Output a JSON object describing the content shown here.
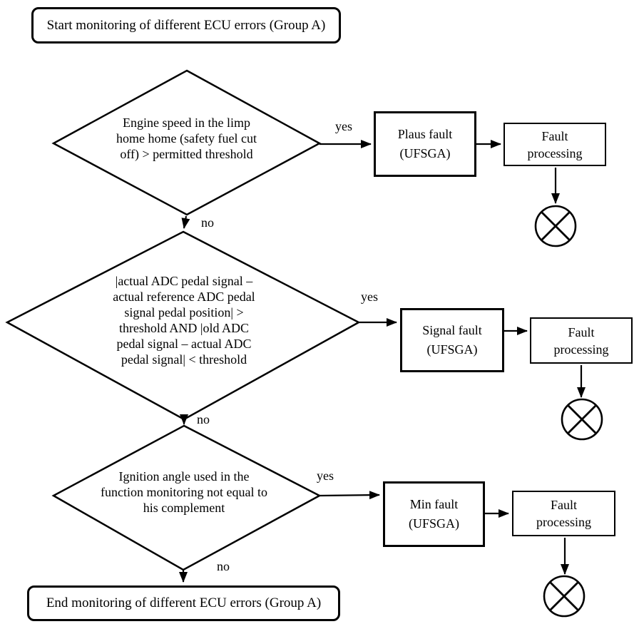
{
  "flowchart": {
    "start_label": "Start monitoring of different ECU errors (Group A)",
    "end_label": "End monitoring of different ECU errors (Group A)",
    "decision1": {
      "text": "Engine speed in the limp home home (safety fuel cut off) > permitted threshold",
      "yes_label": "yes",
      "no_label": "no",
      "fault_label": "Plaus fault\n(UFSGA)",
      "process_label": "Fault\nprocessing"
    },
    "decision2": {
      "text": "|actual ADC pedal signal – actual reference ADC pedal signal pedal position| > threshold AND |old ADC pedal signal – actual ADC pedal signal| < threshold",
      "yes_label": "yes",
      "no_label": "no",
      "fault_label": "Signal fault\n(UFSGA)",
      "process_label": "Fault\nprocessing"
    },
    "decision3": {
      "text": "Ignition angle used in the function monitoring not equal to his complement",
      "yes_label": "yes",
      "no_label": "no",
      "fault_label": "Min fault\n(UFSGA)",
      "process_label": "Fault\nprocessing"
    },
    "colors": {
      "stroke": "#000000",
      "background": "#ffffff",
      "text": "#000000"
    }
  }
}
